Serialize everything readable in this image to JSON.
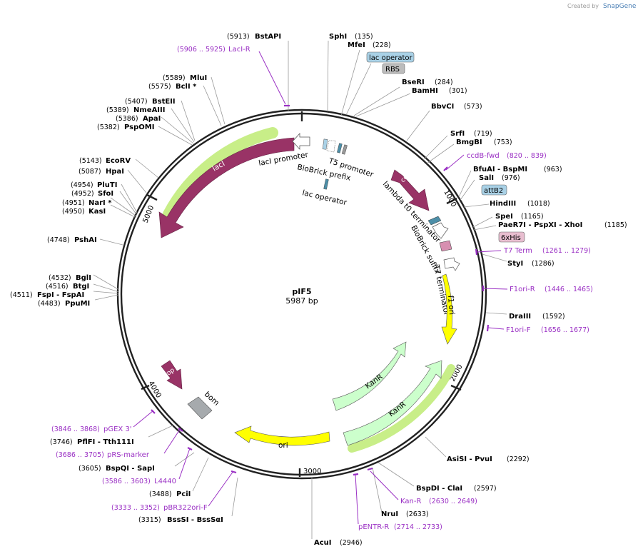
{
  "watermark": {
    "prefix": "Created by",
    "brand": "SnapGene"
  },
  "plasmid": {
    "name": "pIF5",
    "length_label": "5987 bp",
    "length_bp": 5987
  },
  "ticks": [
    "1000",
    "2000",
    "3000",
    "4000",
    "5000"
  ],
  "sites": [
    {
      "pos": "(5913)",
      "name": "BstAPI"
    },
    {
      "pos": "(135)",
      "name": "SphI"
    },
    {
      "pos": "(228)",
      "name": "MfeI"
    },
    {
      "pos": "(284)",
      "name": "BseRI"
    },
    {
      "pos": "(301)",
      "name": "BamHI"
    },
    {
      "pos": "(573)",
      "name": "BbvCI"
    },
    {
      "pos": "(719)",
      "name": "SrfI"
    },
    {
      "pos": "(753)",
      "name": "BmgBI"
    },
    {
      "pos": "(963)",
      "name": "BfuAI  - BspMI"
    },
    {
      "pos": "(976)",
      "name": "SalI"
    },
    {
      "pos": "(1018)",
      "name": "HindIII"
    },
    {
      "pos": "(1165)",
      "name": "SpeI"
    },
    {
      "pos": "(1185)",
      "name": "PaeR7I  - PspXI  - XhoI"
    },
    {
      "pos": "(1286)",
      "name": "StyI"
    },
    {
      "pos": "(1592)",
      "name": "DraIII"
    },
    {
      "pos": "(2292)",
      "name": "AsiSI  - PvuI"
    },
    {
      "pos": "(2597)",
      "name": "BspDI  - ClaI"
    },
    {
      "pos": "(2633)",
      "name": "NruI"
    },
    {
      "pos": "(2946)",
      "name": "AcuI"
    },
    {
      "pos": "(3315)",
      "name": "BssSI  - BssSαI"
    },
    {
      "pos": "(3488)",
      "name": "PciI"
    },
    {
      "pos": "(3605)",
      "name": "BspQI  - SapI"
    },
    {
      "pos": "(3746)",
      "name": "PflFI  - Tth111I"
    },
    {
      "pos": "(4483)",
      "name": "PpuMI"
    },
    {
      "pos": "(4511)",
      "name": "FspI  - FspAI"
    },
    {
      "pos": "(4516)",
      "name": "BtgI"
    },
    {
      "pos": "(4532)",
      "name": "BglI"
    },
    {
      "pos": "(4748)",
      "name": "PshAI"
    },
    {
      "pos": "(4950)",
      "name": "KasI"
    },
    {
      "pos": "(4951)",
      "name": "NarI *"
    },
    {
      "pos": "(4952)",
      "name": "SfoI"
    },
    {
      "pos": "(4954)",
      "name": "PluTI"
    },
    {
      "pos": "(5087)",
      "name": "HpaI"
    },
    {
      "pos": "(5143)",
      "name": "EcoRV"
    },
    {
      "pos": "(5382)",
      "name": "PspOMI"
    },
    {
      "pos": "(5386)",
      "name": "ApaI"
    },
    {
      "pos": "(5389)",
      "name": "NmeAIII"
    },
    {
      "pos": "(5407)",
      "name": "BstEII"
    },
    {
      "pos": "(5575)",
      "name": "BclI *"
    },
    {
      "pos": "(5589)",
      "name": "MluI"
    }
  ],
  "primers": [
    {
      "name": "LacI-R",
      "range": "(5906 .. 5925)"
    },
    {
      "name": "ccdB-fwd",
      "range": "(820 .. 839)"
    },
    {
      "name": "T7 Term",
      "range": "(1261 .. 1279)"
    },
    {
      "name": "F1ori-R",
      "range": "(1446 .. 1465)"
    },
    {
      "name": "F1ori-F",
      "range": "(1656 .. 1677)"
    },
    {
      "name": "Kan-R",
      "range": "(2630 .. 2649)"
    },
    {
      "name": "pENTR-R",
      "range": "(2714 .. 2733)"
    },
    {
      "name": "pBR322ori-F",
      "range": "(3333 .. 3352)"
    },
    {
      "name": "L4440",
      "range": "(3586 .. 3603)"
    },
    {
      "name": "pRS-marker",
      "range": "(3686 .. 3705)"
    },
    {
      "name": "pGEX 3'",
      "range": "(3846 .. 3868)"
    }
  ],
  "boxed": {
    "lac_operator": "lac operator",
    "rbs": "RBS",
    "attb2": "attB2",
    "his": "6xHis"
  },
  "features": {
    "laci": "lacI",
    "laci_promoter": "lacI promoter",
    "t5_promoter": "T5 promoter",
    "biobrick_prefix": "BioBrick prefix",
    "lac_operator_inner": "lac operator",
    "ccdb": "ccdB",
    "lambda_t0": "lambda t0 terminator",
    "biobrick_suffix": "BioBrick suffix",
    "t7_terminator": "T7 terminator",
    "f1_ori": "f1 ori",
    "kanr1": "KanR",
    "kanr2": "KanR",
    "ori": "ori",
    "rop": "rop",
    "bom": "bom"
  },
  "colors": {
    "laci": "#993366",
    "ccdb": "#993366",
    "rop": "#993366",
    "f1_ori": "#ffff00",
    "ori": "#ffff00",
    "kanr": "#ccffcc",
    "bom": "#a6aaad",
    "promoter": "#ffffff",
    "highlight": "#c8ee88",
    "primer": "#9a30c4",
    "lac_box": "#a9d1e6",
    "rbs_box": "#bcbcbc",
    "his_box": "#e8bed0"
  }
}
